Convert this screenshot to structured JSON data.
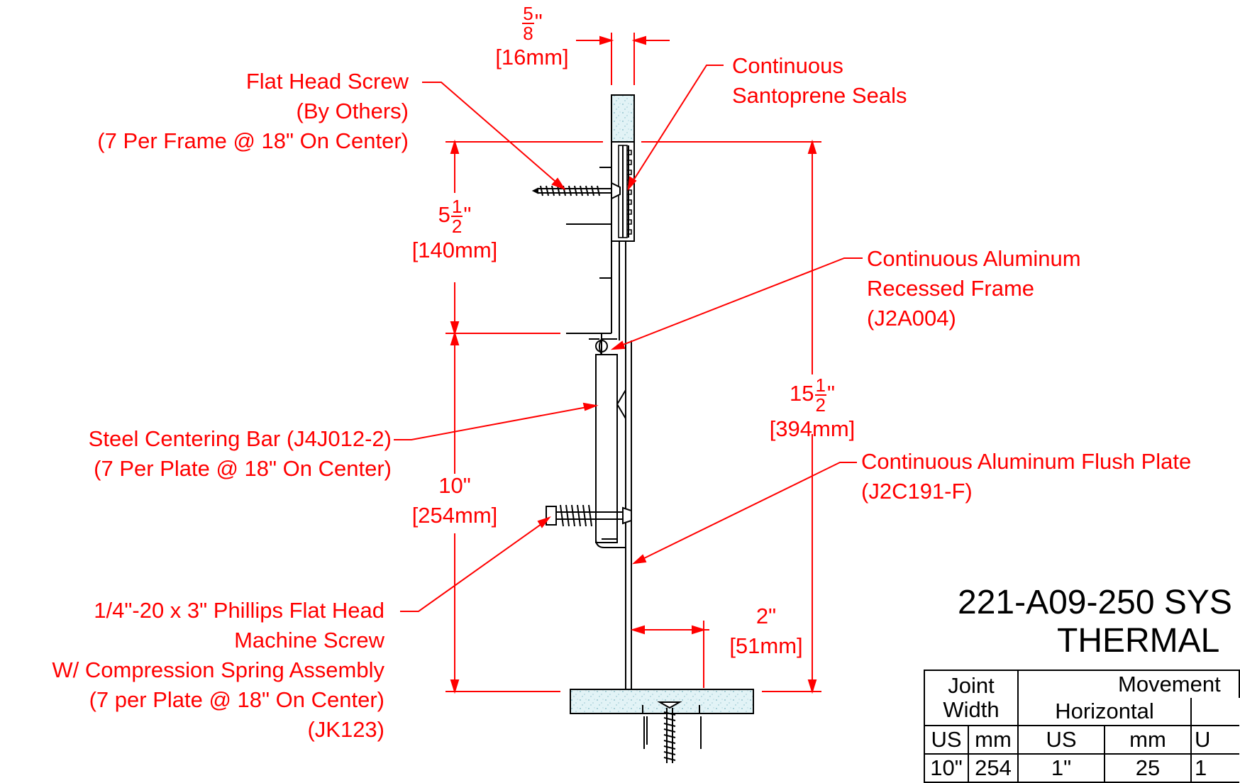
{
  "dimensions": {
    "gap": {
      "whole": "",
      "num": "5",
      "den": "8",
      "unit": "\"",
      "metric": "[16mm]"
    },
    "upper": {
      "whole": "5",
      "num": "1",
      "den": "2",
      "unit": "\"",
      "metric": "[140mm]"
    },
    "total": {
      "whole": "15",
      "num": "1",
      "den": "2",
      "unit": "\"",
      "metric": "[394mm]"
    },
    "lower": {
      "text": "10\"",
      "metric": "[254mm]"
    },
    "leg": {
      "text": "2\"",
      "metric": "[51mm]"
    }
  },
  "callouts": {
    "flat_head_screw": [
      "Flat Head Screw",
      "(By Others)",
      "(7 Per Frame @ 18\" On Center)"
    ],
    "santoprene": [
      "Continuous",
      "Santoprene Seals"
    ],
    "recessed_frame": [
      "Continuous Aluminum",
      "Recessed Frame",
      "(J2A004)"
    ],
    "centering_bar": [
      "Steel Centering Bar (J4J012-2)",
      "(7 Per Plate @ 18\" On Center)"
    ],
    "flush_plate": [
      "Continuous Aluminum Flush Plate",
      "(J2C191-F)"
    ],
    "machine_screw": [
      "1/4\"-20 x 3\" Phillips Flat Head",
      "Machine Screw",
      "W/ Compression Spring Assembly",
      "(7 per Plate @ 18\" On Center)",
      "(JK123)"
    ]
  },
  "title": [
    "221-A09-250 SYS",
    "THERMAL"
  ],
  "movement_table": {
    "header_joint": [
      "Joint",
      "Width"
    ],
    "header_movement": "Movement",
    "header_horizontal": "Horizontal",
    "sub_us": "US",
    "sub_mm": "mm",
    "sub_us2": "US",
    "sub_mm2": "mm",
    "sub_us3": "U",
    "row1": [
      "10\"",
      "254",
      "1\"",
      "25",
      "1"
    ]
  },
  "colors": {
    "annotation": "#ff0000",
    "linework": "#000000",
    "concrete": "#d8eef2"
  }
}
